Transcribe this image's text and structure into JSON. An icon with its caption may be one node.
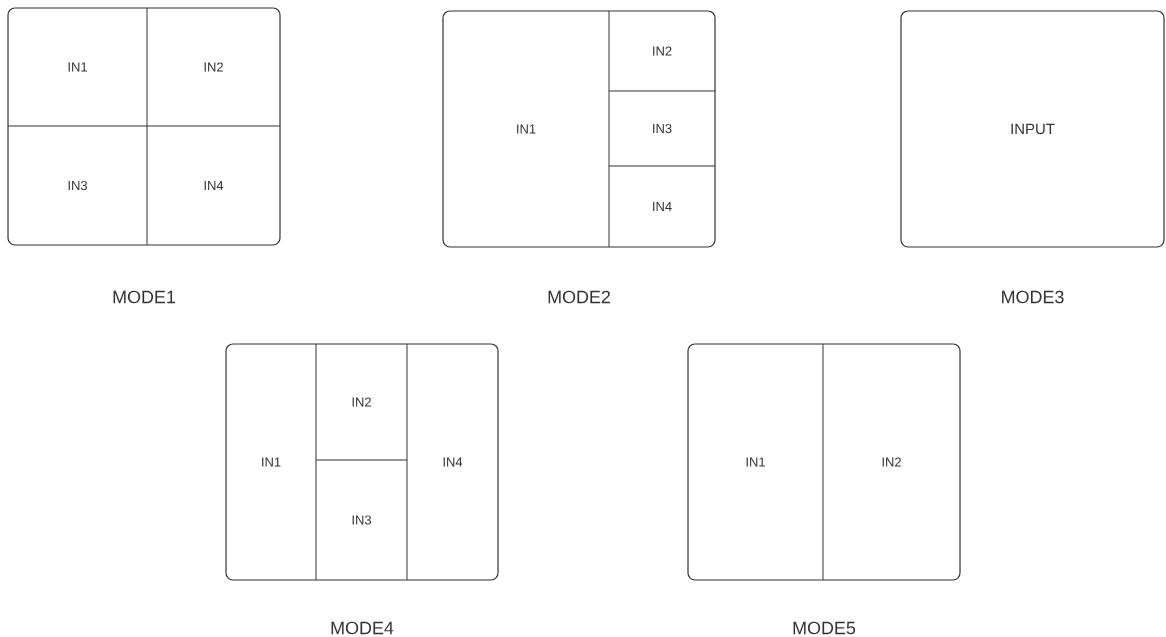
{
  "diagram": {
    "nodes": [
      {
        "text": [],
        "shape": "box",
        "beside": [
          "MODE1"
        ]
      },
      {
        "text": [
          "IN1"
        ],
        "in": 0
      },
      {
        "text": [
          "IN2"
        ],
        "in": 0
      },
      {
        "text": [
          "IN3"
        ],
        "in": 0
      },
      {
        "text": [
          "IN4"
        ],
        "in": 0
      },
      {
        "text": [],
        "shape": "box",
        "beside": [
          "MODE2"
        ]
      },
      {
        "text": [
          "IN1"
        ],
        "in": 5
      },
      {
        "text": [
          "IN2"
        ],
        "in": 5
      },
      {
        "text": [
          "IN3"
        ],
        "in": 5
      },
      {
        "text": [
          "IN4"
        ],
        "in": 5
      },
      {
        "text": [
          "INPUT"
        ],
        "beside": [
          "MODE3"
        ]
      },
      {
        "text": [],
        "shape": "box",
        "beside": [
          "MODE4"
        ]
      },
      {
        "text": [
          "IN1"
        ],
        "in": 11
      },
      {
        "text": [
          "IN2"
        ],
        "in": 11
      },
      {
        "text": [
          "IN3"
        ],
        "in": 11
      },
      {
        "text": [
          "IN4"
        ],
        "in": 11
      },
      {
        "text": [],
        "shape": "box",
        "beside": [
          "MODE5"
        ]
      },
      {
        "text": [
          "IN1"
        ],
        "in": 16
      },
      {
        "text": [
          "IN2"
        ],
        "in": 16
      }
    ]
  }
}
